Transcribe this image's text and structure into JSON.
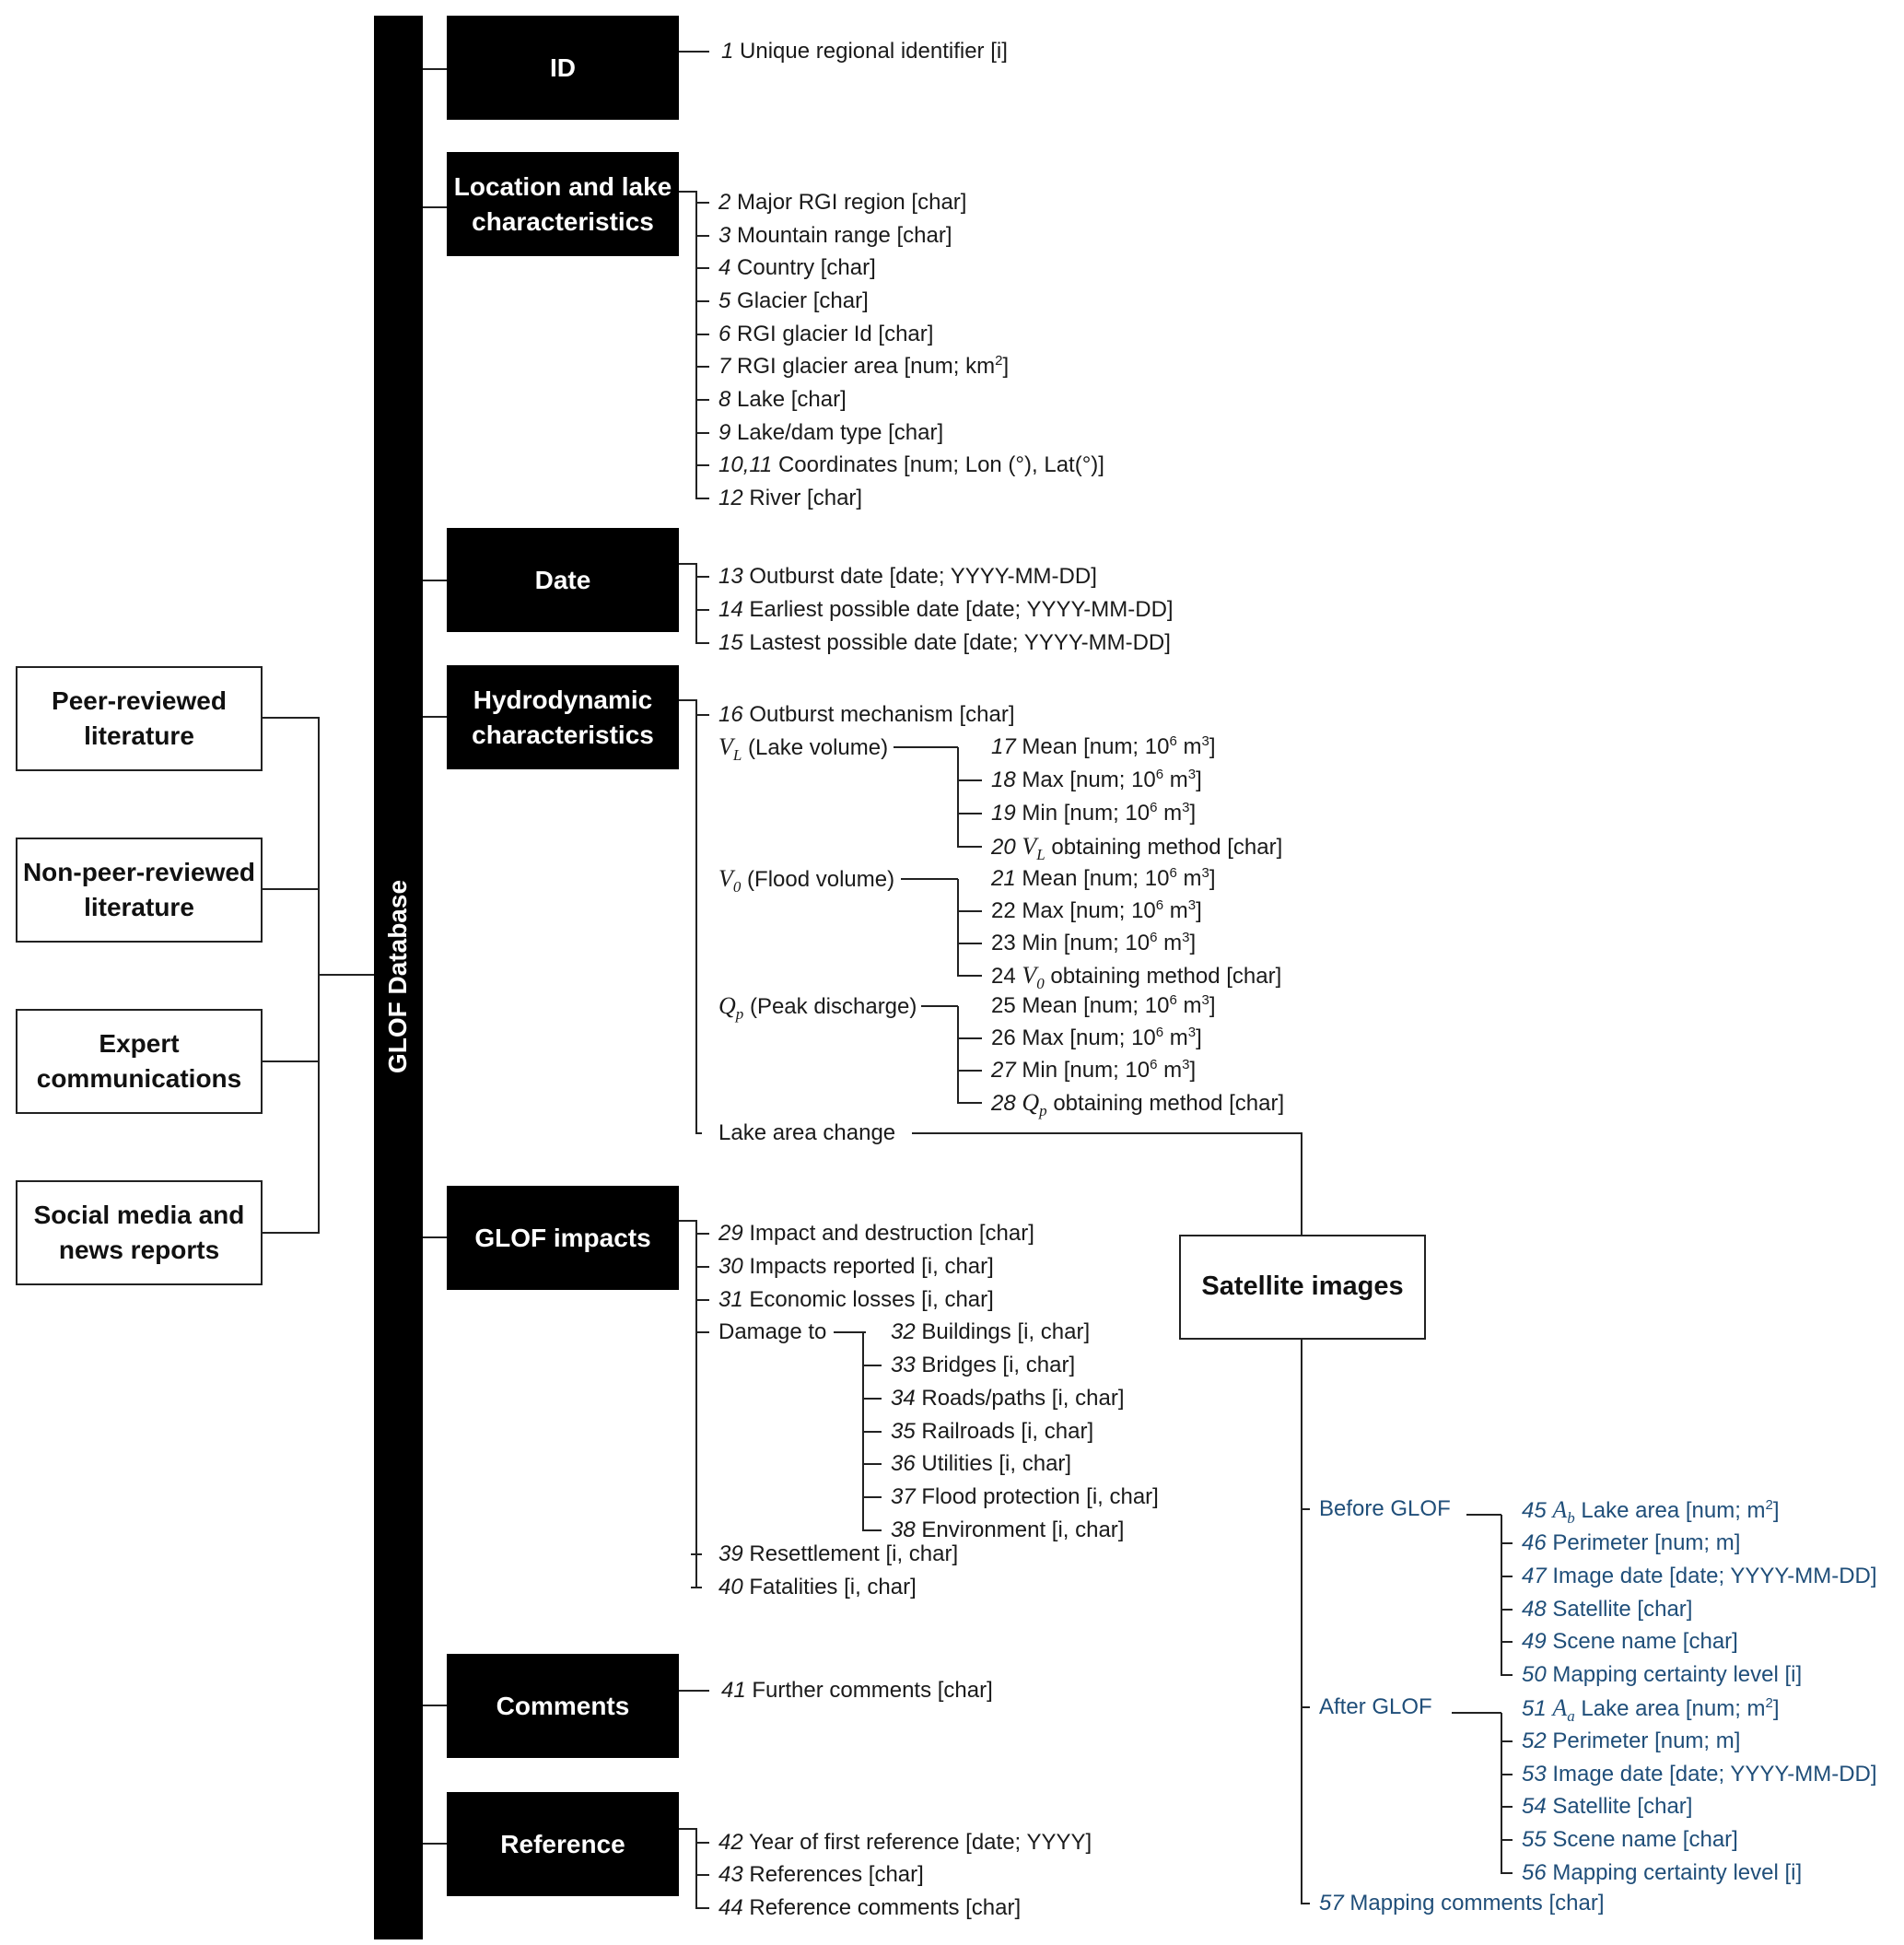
{
  "sources": [
    {
      "lines": [
        "Peer-reviewed",
        "literature"
      ]
    },
    {
      "lines": [
        "Non-peer-reviewed",
        "literature"
      ]
    },
    {
      "lines": [
        "Expert",
        "communications"
      ]
    },
    {
      "lines": [
        "Social media and",
        "news reports"
      ]
    }
  ],
  "database": {
    "label": "GLOF Database"
  },
  "categories": {
    "id": {
      "lines": [
        "ID"
      ]
    },
    "location": {
      "lines": [
        "Location and lake",
        "characteristics"
      ]
    },
    "date": {
      "lines": [
        "Date"
      ]
    },
    "hydro": {
      "lines": [
        "Hydrodynamic",
        "characteristics"
      ]
    },
    "impacts": {
      "lines": [
        "GLOF impacts"
      ]
    },
    "comments": {
      "lines": [
        "Comments"
      ]
    },
    "reference": {
      "lines": [
        "Reference"
      ]
    }
  },
  "fields": {
    "f1": {
      "num": "1",
      "text": "Unique regional identifier [i]"
    },
    "f2": {
      "num": "2",
      "text": "Major RGI region [char]"
    },
    "f3": {
      "num": "3",
      "text": "Mountain range [char]"
    },
    "f4": {
      "num": "4",
      "text": "Country [char]"
    },
    "f5": {
      "num": "5",
      "text": "Glacier [char]"
    },
    "f6": {
      "num": "6",
      "text": "RGI glacier Id [char]"
    },
    "f7": {
      "num": "7",
      "text": "RGI glacier area [num; km",
      "sup": "2",
      "tail": "]"
    },
    "f8": {
      "num": "8",
      "text": "Lake [char]"
    },
    "f9": {
      "num": "9",
      "text": "Lake/dam type [char]"
    },
    "f10": {
      "num": "10,11",
      "text": "Coordinates [num; Lon (°), Lat(°)]"
    },
    "f12": {
      "num": "12",
      "text": "River [char]"
    },
    "f13": {
      "num": "13",
      "text": "Outburst date [date; YYYY-MM-DD]"
    },
    "f14": {
      "num": "14",
      "text": "Earliest possible date [date; YYYY-MM-DD]"
    },
    "f15": {
      "num": "15",
      "text": "Lastest possible date [date; YYYY-MM-DD]"
    },
    "f16": {
      "num": "16",
      "text": "Outburst mechanism [char]"
    },
    "f17": {
      "num": "17",
      "text": "Mean [num; 10",
      "sup": "6",
      "text2": " m",
      "sup2": "3",
      "tail": "]"
    },
    "f18": {
      "num": "18",
      "text": "Max [num; 10",
      "sup": "6",
      "text2": " m",
      "sup2": "3",
      "tail": "]"
    },
    "f19": {
      "num": "19",
      "text": "Min [num; 10",
      "sup": "6",
      "text2": " m",
      "sup2": "3",
      "tail": "]"
    },
    "f20": {
      "num": "20",
      "sym": "V",
      "sub": "L",
      "text": " obtaining method [char]"
    },
    "f21": {
      "num": "21",
      "text": "Mean [num; 10",
      "sup": "6",
      "text2": " m",
      "sup2": "3",
      "tail": "]"
    },
    "f22": {
      "num": "22",
      "text": "Max [num; 10",
      "sup": "6",
      "text2": " m",
      "sup2": "3",
      "tail": "]"
    },
    "f23": {
      "num": "23",
      "text": "Min [num; 10",
      "sup": "6",
      "text2": " m",
      "sup2": "3",
      "tail": "]"
    },
    "f24": {
      "num": "24",
      "sym": "V",
      "sub": "0",
      "text": " obtaining method [char]"
    },
    "f25": {
      "num": "25",
      "text": "Mean [num; 10",
      "sup": "6",
      "text2": " m",
      "sup2": "3",
      "tail": "]"
    },
    "f26": {
      "num": "26",
      "text": "Max [num; 10",
      "sup": "6",
      "text2": " m",
      "sup2": "3",
      "tail": "]"
    },
    "f27": {
      "num": "27",
      "text": "Min [num; 10",
      "sup": "6",
      "text2": " m",
      "sup2": "3",
      "tail": "]"
    },
    "f28": {
      "num": "28",
      "sym": "Q",
      "sub": "p",
      "text": " obtaining method [char]"
    },
    "f29": {
      "num": "29",
      "text": "Impact and destruction [char]"
    },
    "f30": {
      "num": "30",
      "text": "Impacts reported [i, char]"
    },
    "f31": {
      "num": "31",
      "text": "Economic losses [i, char]"
    },
    "f32": {
      "num": "32",
      "text": "Buildings [i, char]"
    },
    "f33": {
      "num": "33",
      "text": "Bridges [i, char]"
    },
    "f34": {
      "num": "34",
      "text": "Roads/paths [i, char]"
    },
    "f35": {
      "num": "35",
      "text": "Railroads [i, char]"
    },
    "f36": {
      "num": "36",
      "text": "Utilities [i, char]"
    },
    "f37": {
      "num": "37",
      "text": "Flood protection [i, char]"
    },
    "f38": {
      "num": "38",
      "text": "Environment [i, char]"
    },
    "f39": {
      "num": "39",
      "text": "Resettlement [i, char]"
    },
    "f40": {
      "num": "40",
      "text": "Fatalities [i, char]"
    },
    "f41": {
      "num": "41",
      "text": "Further comments [char]"
    },
    "f42": {
      "num": "42",
      "text": "Year of first reference [date; YYYY]"
    },
    "f43": {
      "num": "43",
      "text": "References [char]"
    },
    "f44": {
      "num": "44",
      "text": "Reference comments [char]"
    },
    "f45": {
      "num": "45",
      "sym": "A",
      "sub": "b",
      "text": " Lake area [num; m",
      "sup": "2",
      "tail": "]"
    },
    "f46": {
      "num": "46",
      "text": "Perimeter [num; m]"
    },
    "f47": {
      "num": "47",
      "text": "Image date [date; YYYY-MM-DD]"
    },
    "f48": {
      "num": "48",
      "text": "Satellite [char]"
    },
    "f49": {
      "num": "49",
      "text": "Scene name [char]"
    },
    "f50": {
      "num": "50",
      "text": "Mapping certainty level [i]"
    },
    "f51": {
      "num": "51",
      "sym": "A",
      "sub": "a",
      "text": " Lake area [num; m",
      "sup": "2",
      "tail": "]"
    },
    "f52": {
      "num": "52",
      "text": "Perimeter [num; m]"
    },
    "f53": {
      "num": "53",
      "text": "Image date [date; YYYY-MM-DD]"
    },
    "f54": {
      "num": "54",
      "text": "Satellite [char]"
    },
    "f55": {
      "num": "55",
      "text": "Scene name [char]"
    },
    "f56": {
      "num": "56",
      "text": "Mapping certainty level [i]"
    },
    "f57": {
      "num": "57",
      "text": "Mapping comments [char]"
    }
  },
  "groups": {
    "lake_volume": {
      "sym": "V",
      "sub": "L",
      "text": " (Lake volume)"
    },
    "flood_volume": {
      "sym": "V",
      "sub": "0",
      "text": " (Flood volume)"
    },
    "peak_discharge": {
      "sym": "Q",
      "sub": "p",
      "text": " (Peak discharge)"
    },
    "lake_area_change": {
      "text": "Lake area change"
    },
    "damage_to": {
      "text": "Damage to"
    },
    "before_glof": {
      "text": "Before GLOF"
    },
    "after_glof": {
      "text": "After GLOF"
    }
  },
  "satellite": {
    "lines": [
      "Satellite images"
    ]
  },
  "colors": {
    "black_box": "#000000",
    "satellite_text": "#1f4e79",
    "line": "#222222"
  }
}
